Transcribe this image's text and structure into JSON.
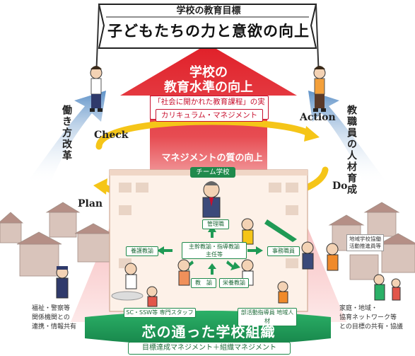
{
  "banner": {
    "subtitle": "学校の教育目標",
    "title": "子どもたちの力と意欲の向上"
  },
  "arrow": {
    "title_line1": "学校の",
    "title_line2": "教育水準の向上",
    "pill1": "「社会に開かれた教育課程」の実現",
    "pill2": "カリキュラム・マネジメント",
    "management_quality": "マネジメントの質の向上"
  },
  "cycle": {
    "check": "Check",
    "action": "Action",
    "plan": "Plan",
    "do": "Do"
  },
  "team_school": "チーム学校",
  "staff": {
    "management": "管理職",
    "core_line1": "主幹教諭・指導教諭",
    "core_line2": "主任等",
    "nurse": "養護教諭",
    "office": "事務職員",
    "teacher": "教　諭",
    "nutrition": "栄養教諭",
    "specialists": "SC・SSW等 専門スタッフ",
    "club": "部活動指導員 地域人材"
  },
  "community_coordinator": {
    "line1": "地域学校協働",
    "line2": "活動推進員等"
  },
  "left_arrow_label": "働き方改革",
  "right_arrow_label": "教職員の人材育成",
  "bottom_left": {
    "line1": "福祉・警察等",
    "line2": "関係機関との",
    "line3": "連携・情報共有"
  },
  "bottom_right": {
    "line1": "家庭・地域・",
    "line2": "協育ネットワーク等",
    "line3": "との目標の共有・協議"
  },
  "base": {
    "title": "芯の通った学校組織",
    "subtitle": "目標達成マネジメント＋組織マネジメント"
  },
  "colors": {
    "red": "#d6202a",
    "green": "#1f9a55",
    "yellow": "#f5c518",
    "blue": "#6f9fcf"
  }
}
